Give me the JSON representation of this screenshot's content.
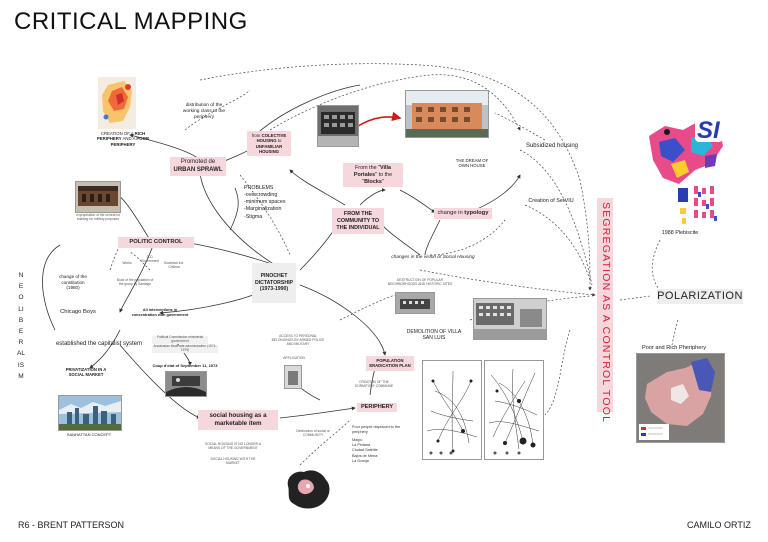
{
  "header": {
    "title": "CRITICAL MAPPING"
  },
  "footer": {
    "left": "R6 - BRENT PATTERSON",
    "right": "CAMILO ORTIZ"
  },
  "side": {
    "vertical_left": "NEOLIBERALISM",
    "vertical_right": "SEGREGATION AS A CONTROL TOOL",
    "polarization": "POLARIZATION"
  },
  "nodes": {
    "rich_periphery_a": "CREATION OF A ",
    "rich_periphery_b": "RICH PERIPHERY",
    "rich_periphery_c": " AND A ",
    "rich_periphery_d": "POOR PERIPHERY",
    "distribution": "distribution of the working class to the periphery",
    "from_collective_a": "from ",
    "from_collective_b": "COLECTIVE HOUSING",
    "from_collective_c": " to ",
    "from_collective_d": "UNFAMILIAR HOUSING",
    "urban_sprawl_a": "Promoted de",
    "urban_sprawl_b": "URBAN SPRAWL",
    "subsidized": "Subsidized housing",
    "dream": "THE DREAM OF OWN HOUSE",
    "villa_a": "From the \"",
    "villa_b": "Villa Portales",
    "villa_c": "\" to the \"",
    "villa_d": "Blocks",
    "villa_e": "\"",
    "serviu": "Creation of SerVIU",
    "problems_title": "PROBLEMS",
    "problems": [
      "-overcrowding",
      "-minimum spaces",
      "-Marginalization",
      "-Stigma"
    ],
    "community": "FROM THE COMMUNITY TO THE INDIVIDUAL",
    "typology_a": "change in ",
    "typology_b": "typology",
    "vision": "changes in the vision of Social Housing",
    "politic": "POLITIC CONTROL",
    "politic_caption": "expropriation of the central lot building for military purposes",
    "pinochet": "PINOCHET DICTATORSHIP (1973-1990)",
    "constitution": "change of the constitution (1980)",
    "chicago": "Chicago Boys",
    "capitalist": "established the capitalist system",
    "privatization": "PRIVATIZATION IN A SOCIAL MARKET",
    "sanhattan": "SANHATTAN CONCEPT",
    "interventions": "All interventions in concentration with government",
    "coup": "Coup d'etat of September 11, 1973",
    "marketable": "social housing as a marketable item",
    "destruction": "DESTRUCTION OF POPULAR NEIGHBORHOODS AND HISTORIC SITES",
    "demolition": "DEMOLITION OF VILLA SAN LUIS",
    "population": "POPULATION ERADICATION PLAN",
    "creation_dormitory": "CREATION OF THE DORMITORY COMMUNE",
    "periphery": "PERIPHERY",
    "poor_people": "Poor people displaced to the periphery",
    "communes": [
      "Maipú",
      "La Pintana",
      "Ciudad Satélite",
      "Bajos de Mena",
      "La Granja"
    ],
    "destruction_social": "Destruction of social or COMMUNITY",
    "social_housing_eq": "SOCIAL HOUSING IS NO LONGER A MEANS OF THE GOVERNMENT",
    "social_housing_market": "SOCIAL HOUSING WITH THE MARKET",
    "plebiscite": "1988 Plebiscite",
    "poor_rich": "Poor and Rich Pheriphery",
    "si_text": "SI",
    "small_1": "Book of the population of the group by Santiago",
    "small_2": "Political Commission ministerial government",
    "small_3": "Andalusian Moderate administration (1974-1979)",
    "small_4": "ACCESS TO PERSONAL BELONGINGS BY ARMED POLICE AND MILITARY",
    "small_5": "APPLICATION",
    "left_mini_1": "Works",
    "left_mini_2": "G.D. Government",
    "left_mini_3": "Sociedad Ind. Chilena"
  },
  "colors": {
    "pink_box": "#f5d7dc",
    "arrow": "#333333",
    "red_arrow": "#d11a1a",
    "vertical_red": "#d0203a"
  }
}
